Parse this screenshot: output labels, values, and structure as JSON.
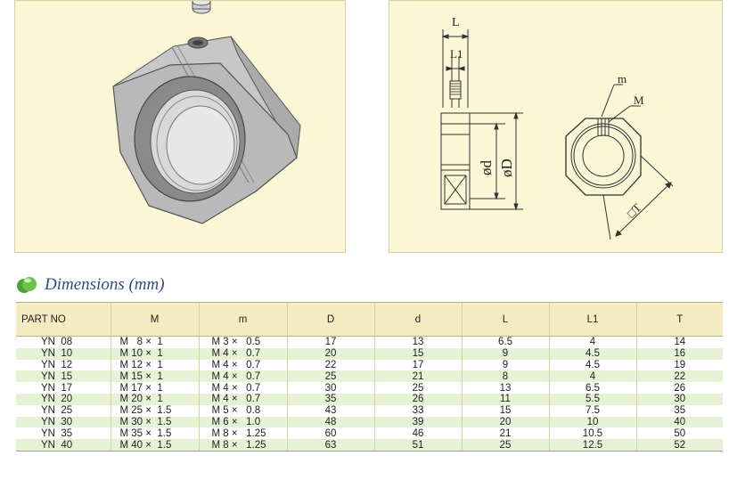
{
  "left_panel": {
    "illustration": "nut-3d-render"
  },
  "right_panel": {
    "drawing_labels": {
      "L": "L",
      "L1": "L1",
      "d": "ød",
      "D": "øD",
      "m": "m",
      "M": "M",
      "T": "□T"
    }
  },
  "section": {
    "icon": "green-bullet-icon",
    "title": "Dimensions (mm)"
  },
  "table": {
    "headers": [
      "PART NO",
      "M",
      "m",
      "D",
      "d",
      "L",
      "L1",
      "T"
    ],
    "rows": [
      [
        "YN  08",
        "M   8 ×  1",
        "M 3 ×   0.5",
        "17",
        "13",
        "6.5",
        "4",
        "14"
      ],
      [
        "YN  10",
        "M 10 ×  1",
        "M 4 ×   0.7",
        "20",
        "15",
        "9",
        "4.5",
        "16"
      ],
      [
        "YN  12",
        "M 12 ×  1",
        "M 4 ×   0.7",
        "22",
        "17",
        "9",
        "4.5",
        "19"
      ],
      [
        "YN  15",
        "M 15 ×  1",
        "M 4 ×   0.7",
        "25",
        "21",
        "8",
        "4",
        "22"
      ],
      [
        "YN  17",
        "M 17 ×  1",
        "M 4 ×   0.7",
        "30",
        "25",
        "13",
        "6.5",
        "26"
      ],
      [
        "YN  20",
        "M 20 ×  1",
        "M 4 ×   0.7",
        "35",
        "26",
        "11",
        "5.5",
        "30"
      ],
      [
        "YN  25",
        "M 25 ×  1.5",
        "M 5 ×   0.8",
        "43",
        "33",
        "15",
        "7.5",
        "35"
      ],
      [
        "YN  30",
        "M 30 ×  1.5",
        "M 6 ×   1.0",
        "48",
        "39",
        "20",
        "10",
        "40"
      ],
      [
        "YN  35",
        "M 35 ×  1.5",
        "M 8 ×   1.25",
        "60",
        "46",
        "21",
        "10.5",
        "50"
      ],
      [
        "YN  40",
        "M 40 ×  1.5",
        "M 8 ×   1.25",
        "63",
        "51",
        "25",
        "12.5",
        "52"
      ]
    ]
  }
}
